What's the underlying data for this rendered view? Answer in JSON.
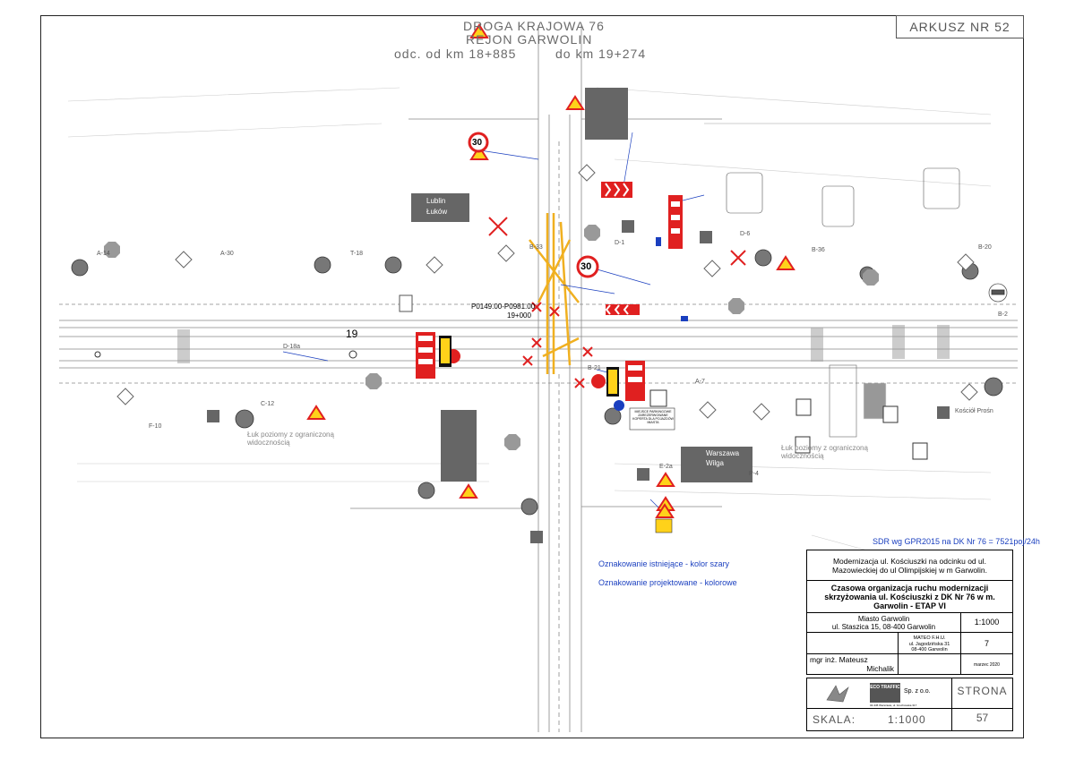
{
  "header": {
    "road": "DROGA KRAJOWA 76",
    "region": "REJON GARWOLIN",
    "section_from": "odc. od km 18+885",
    "section_to": "do km 19+274",
    "sheet": "ARKUSZ NR  52"
  },
  "drawing": {
    "chainage_1": "19",
    "chainage_2": "19+000",
    "point_label": "P0149.00-P0981.00",
    "speed_limit_1": "30",
    "speed_limit_2": "30",
    "sign_lublin": "Lublin",
    "sign_lukow": "Łuków",
    "sign_warszawa": "Warszawa",
    "sign_wilga": "Wilga",
    "arrow_text_1": "Łuk poziomy z ograniczoną widocznością",
    "arrow_text_2": "Łuk poziomy z ograniczoną widocznością",
    "kosciol": "Kościół Prośn",
    "parking_note": "MIEJSCE PARKINGOWE ZAREZERWOWANE KOPERTA DLA POJAZDÓW MIASTA",
    "sign_codes": [
      "A-14",
      "A-30",
      "T-18",
      "B-33",
      "D-1",
      "D-6",
      "B-36",
      "B-20",
      "C-12",
      "F-10",
      "E-2a",
      "P-4",
      "D-18a",
      "B-21",
      "A-7",
      "B-2"
    ]
  },
  "notes": {
    "sdr": "SDR wg GPR2015 na DK Nr 76 = 7521poj/24h",
    "legend_existing": "Oznakowanie istniejące - kolor szary",
    "legend_designed": "Oznakowanie projektowane - kolorowe"
  },
  "titleblock": {
    "project": "Modernizacja ul. Kościuszki na odcinku od ul. Mazowieckiej do ul Olimpijskiej w m Garwolin.",
    "title": "Czasowa organizacja ruchu modernizacji skrzyżowania ul. Kościuszki z DK Nr 76 w m. Garwolin - ETAP VI",
    "investor_line1": "Miasto Garwolin",
    "investor_line2": "ul. Staszica 15, 08-400 Garwolin",
    "scale_value": "1:1000",
    "contractor_line1": "MATEO F.H.U.",
    "contractor_line2": "ul. Jagodzińska 31",
    "contractor_line3": "08-400 Garwolin",
    "drawing_no": "7",
    "designer_line1": "mgr inż. Mateusz",
    "designer_line2": "Michalik",
    "date": "marzec 2020",
    "company_logo_text": "ECO TRAFFIC",
    "company_suffix": "Sp. z o.o.",
    "company_address": "04-345 Warszawa, ul. Grochowska 317",
    "strona_label": "STRONA",
    "skala_label": "SKALA:",
    "skala_value": "1:1000",
    "page_number": "57"
  }
}
